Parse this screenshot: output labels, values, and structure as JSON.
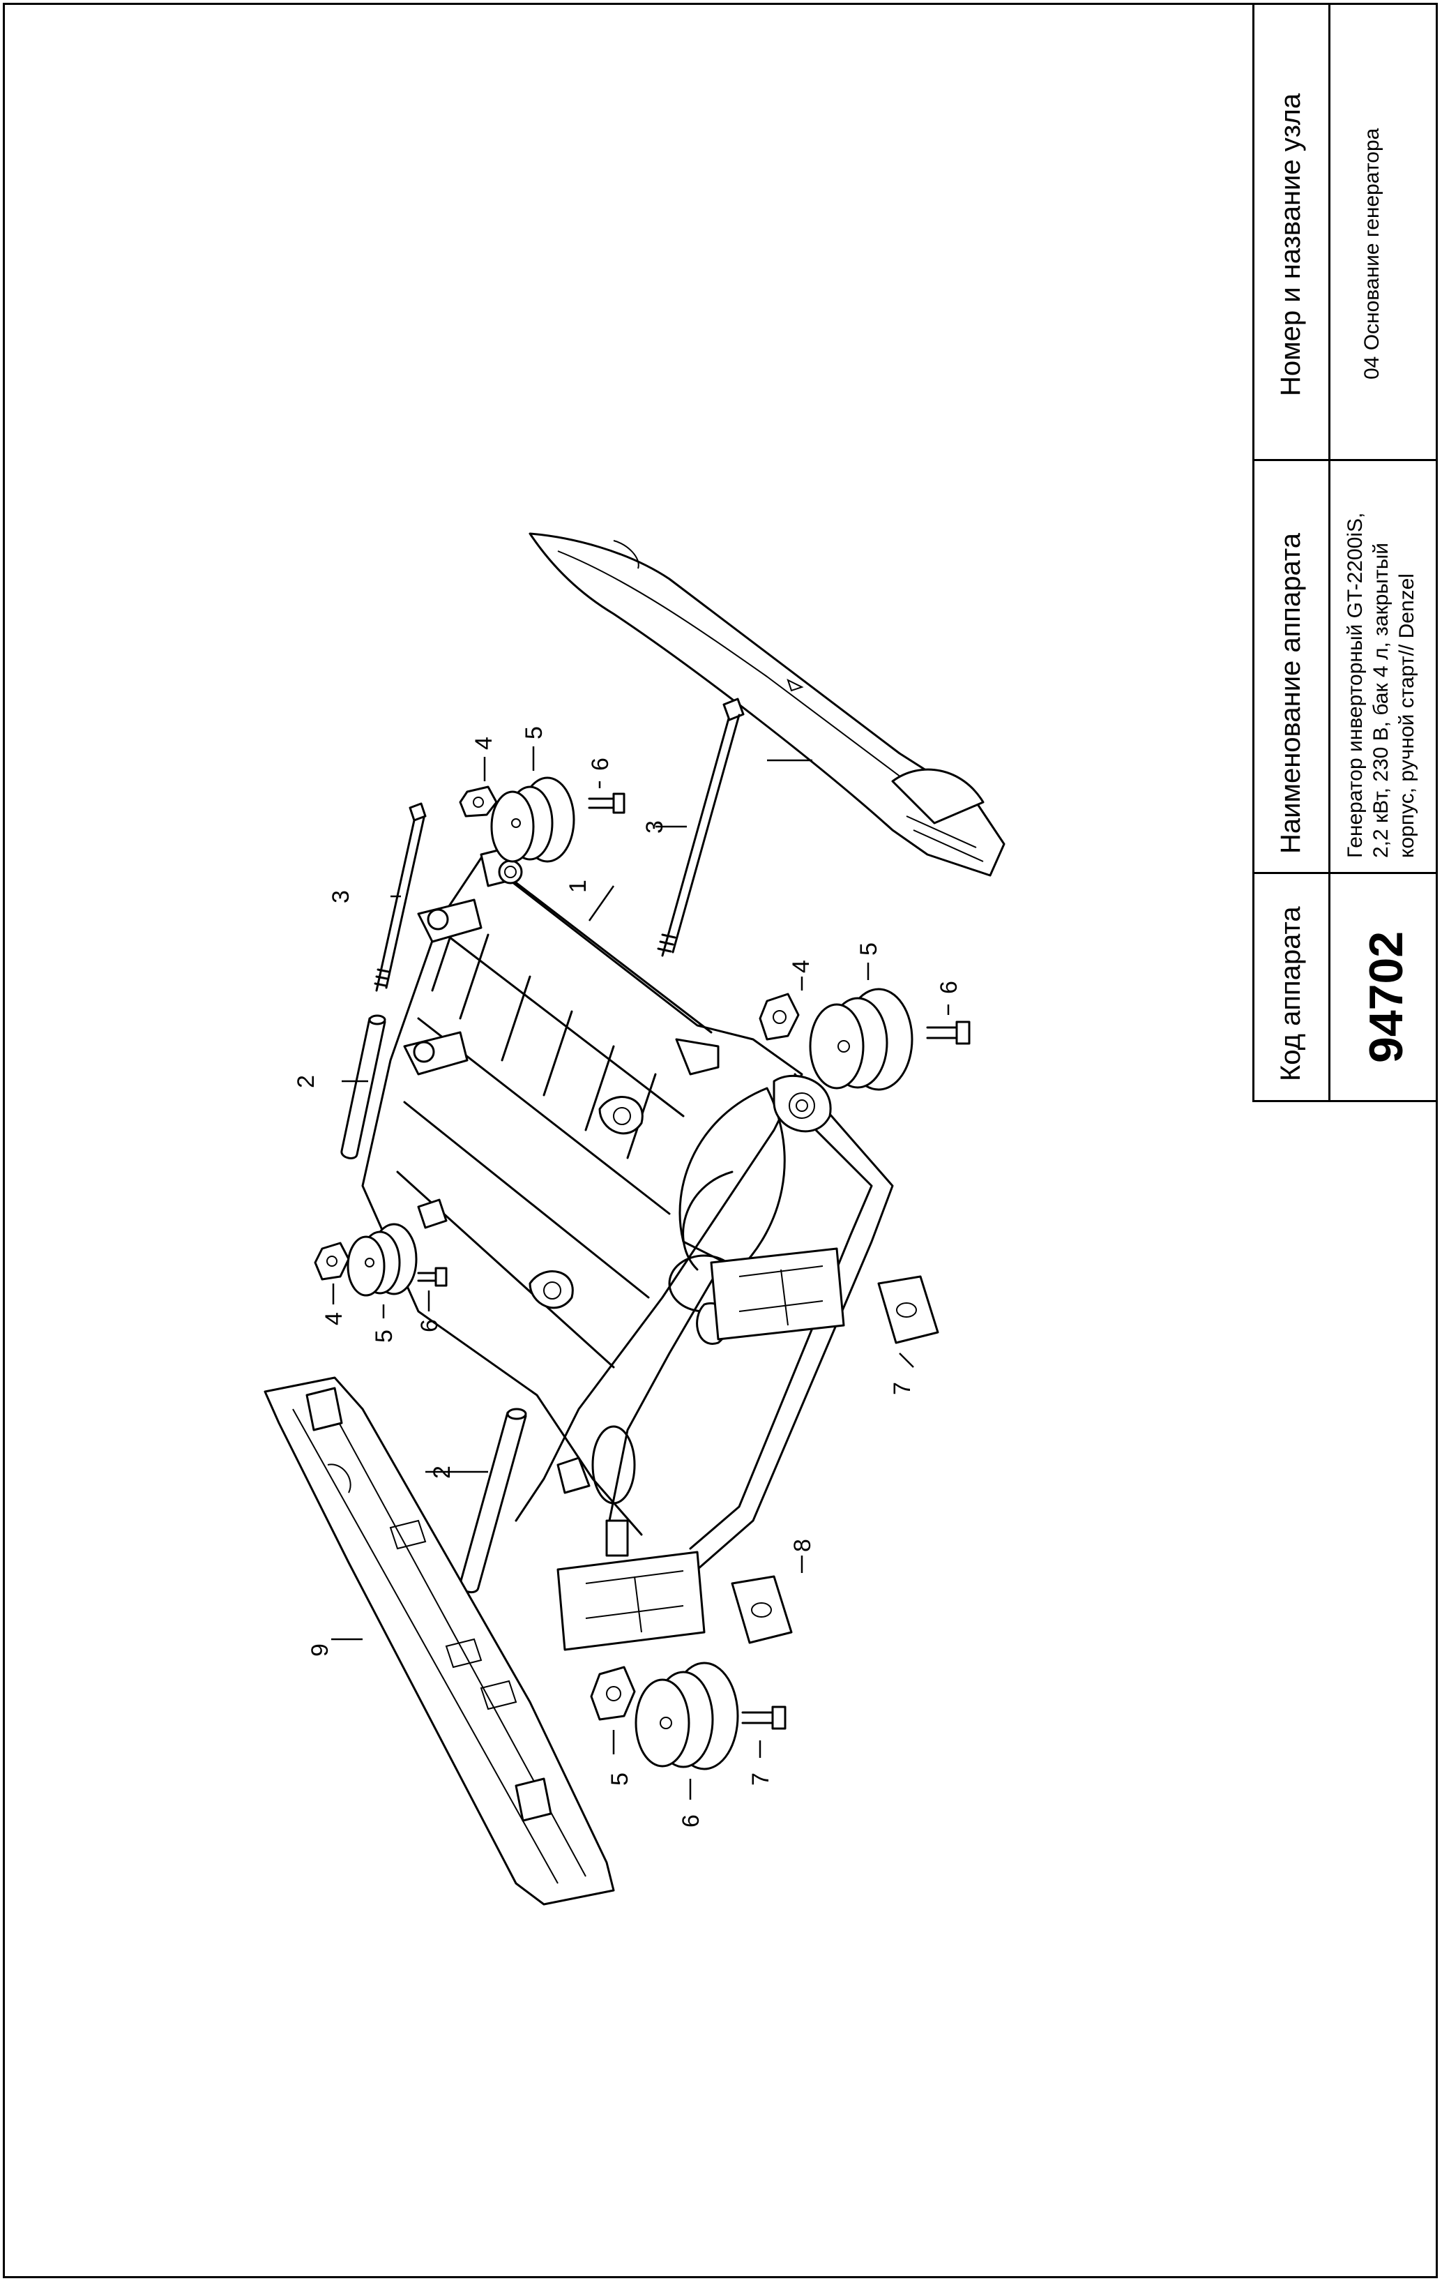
{
  "title_block": {
    "headers": {
      "code": "Код аппарата",
      "device_name": "Наименование аппарата",
      "unit": "Номер и название узла"
    },
    "code_value": "94702",
    "device_name_lines": [
      "Генератор инверторный GT-2200iS,",
      "2,2 кВт, 230 В, бак 4 л, закрытый",
      "корпус, ручной старт// Denzel"
    ],
    "unit_value": "04 Основание генератора"
  },
  "callouts": [
    "1",
    "2",
    "2",
    "3",
    "3",
    "4",
    "4",
    "4",
    "5",
    "5",
    "5",
    "5",
    "6",
    "6",
    "6",
    "6",
    "7",
    "7",
    "8",
    "9"
  ]
}
